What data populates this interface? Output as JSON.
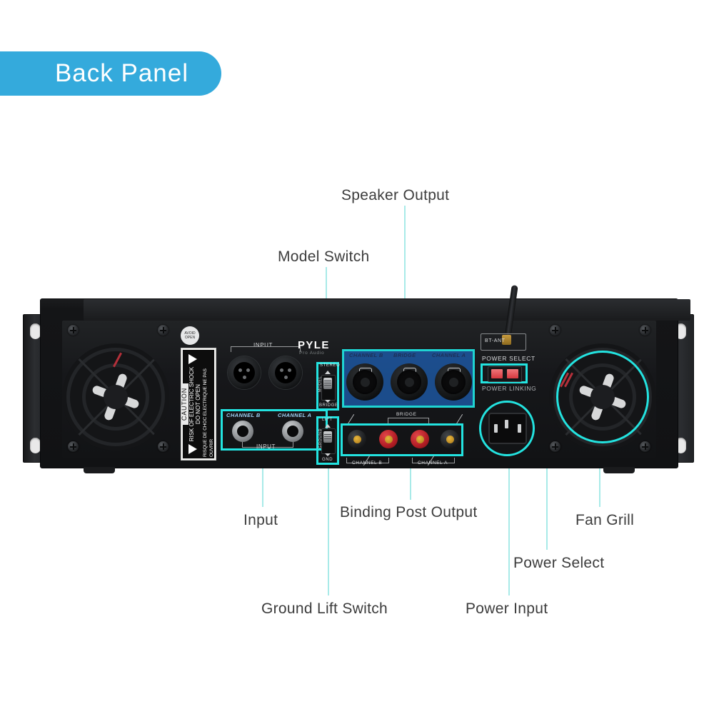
{
  "badge": {
    "label": "Back Panel",
    "color": "#34aadc"
  },
  "accent": {
    "leader": "#a8eae8",
    "highlight": "#23e3e0",
    "speaker_box": "#1e6ed2"
  },
  "callouts": [
    {
      "id": "speaker-output",
      "label": "Speaker Output"
    },
    {
      "id": "model-switch",
      "label": "Model Switch"
    },
    {
      "id": "input",
      "label": "Input"
    },
    {
      "id": "binding-post-output",
      "label": "Binding Post Output"
    },
    {
      "id": "ground-lift-switch",
      "label": "Ground Lift Switch"
    },
    {
      "id": "power-input",
      "label": "Power Input"
    },
    {
      "id": "power-select",
      "label": "Power Select"
    },
    {
      "id": "fan-grill",
      "label": "Fan Grill"
    }
  ],
  "panel": {
    "brand": "PYLE",
    "brand_sub": "Pro Audio",
    "avoid_open": "AVOID OPEN",
    "caution": {
      "title": "CAUTION",
      "line1": "RISK OF ELECTRIC SHOCK",
      "line2": "DO NOT OPEN",
      "line3": "RISQUE DE CHOC ELECTRIQUE NE PAS OUVRIR"
    },
    "xlr_input_label": "INPUT",
    "jack_input_label": "INPUT",
    "jack_channel_b": "CHANNEL B",
    "jack_channel_a": "CHANNEL A",
    "model_switch": {
      "top": "STEREO",
      "side": "MODEL",
      "bottom": "BRIDGE"
    },
    "ground_switch": {
      "top": "LIFT",
      "side": "GROUND",
      "bottom": "GND"
    },
    "speakon": {
      "channel_b": "CHANNEL B",
      "bridge": "BRIDGE",
      "channel_a": "CHANNEL A"
    },
    "binding": {
      "bridge": "BRIDGE",
      "channel_b": "CHANNEL B",
      "channel_a": "CHANNEL A"
    },
    "bt_ant": "BT-ANT",
    "power_select": "POWER SELECT",
    "power_linking": "POWER LINKING"
  }
}
